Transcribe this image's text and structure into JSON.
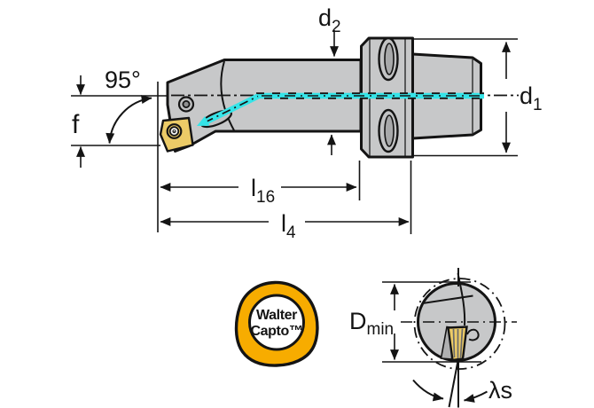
{
  "drawing": {
    "type": "technical-drawing",
    "subject": "boring bar with Capto coupling, 95 degree lead angle",
    "dimension_labels": {
      "d2": {
        "main": "d",
        "sub": "2"
      },
      "angle95": "95°",
      "f": "f",
      "d1": {
        "main": "d",
        "sub": "1"
      },
      "l16": {
        "main": "l",
        "sub": "16"
      },
      "l4": {
        "main": "l",
        "sub": "4"
      },
      "dmin": {
        "main": "D",
        "sub": "min"
      },
      "lambda_s": "λs"
    },
    "logo": {
      "line1": "Walter",
      "line2": "Capto™"
    },
    "colors": {
      "body_gray": "#C7C8C9",
      "slot_gray": "#C2C3C4",
      "slot_inner_gray": "#A8A9AA",
      "pocket_gray": "#AFB0B1",
      "outline": "#141414",
      "insert_gold": "#ECCB67",
      "coolant_cyan": "#35E4E8",
      "logo_yellow": "#F7AC00",
      "logo_text": "#3A3A3A",
      "background": "#FFFFFF"
    }
  }
}
